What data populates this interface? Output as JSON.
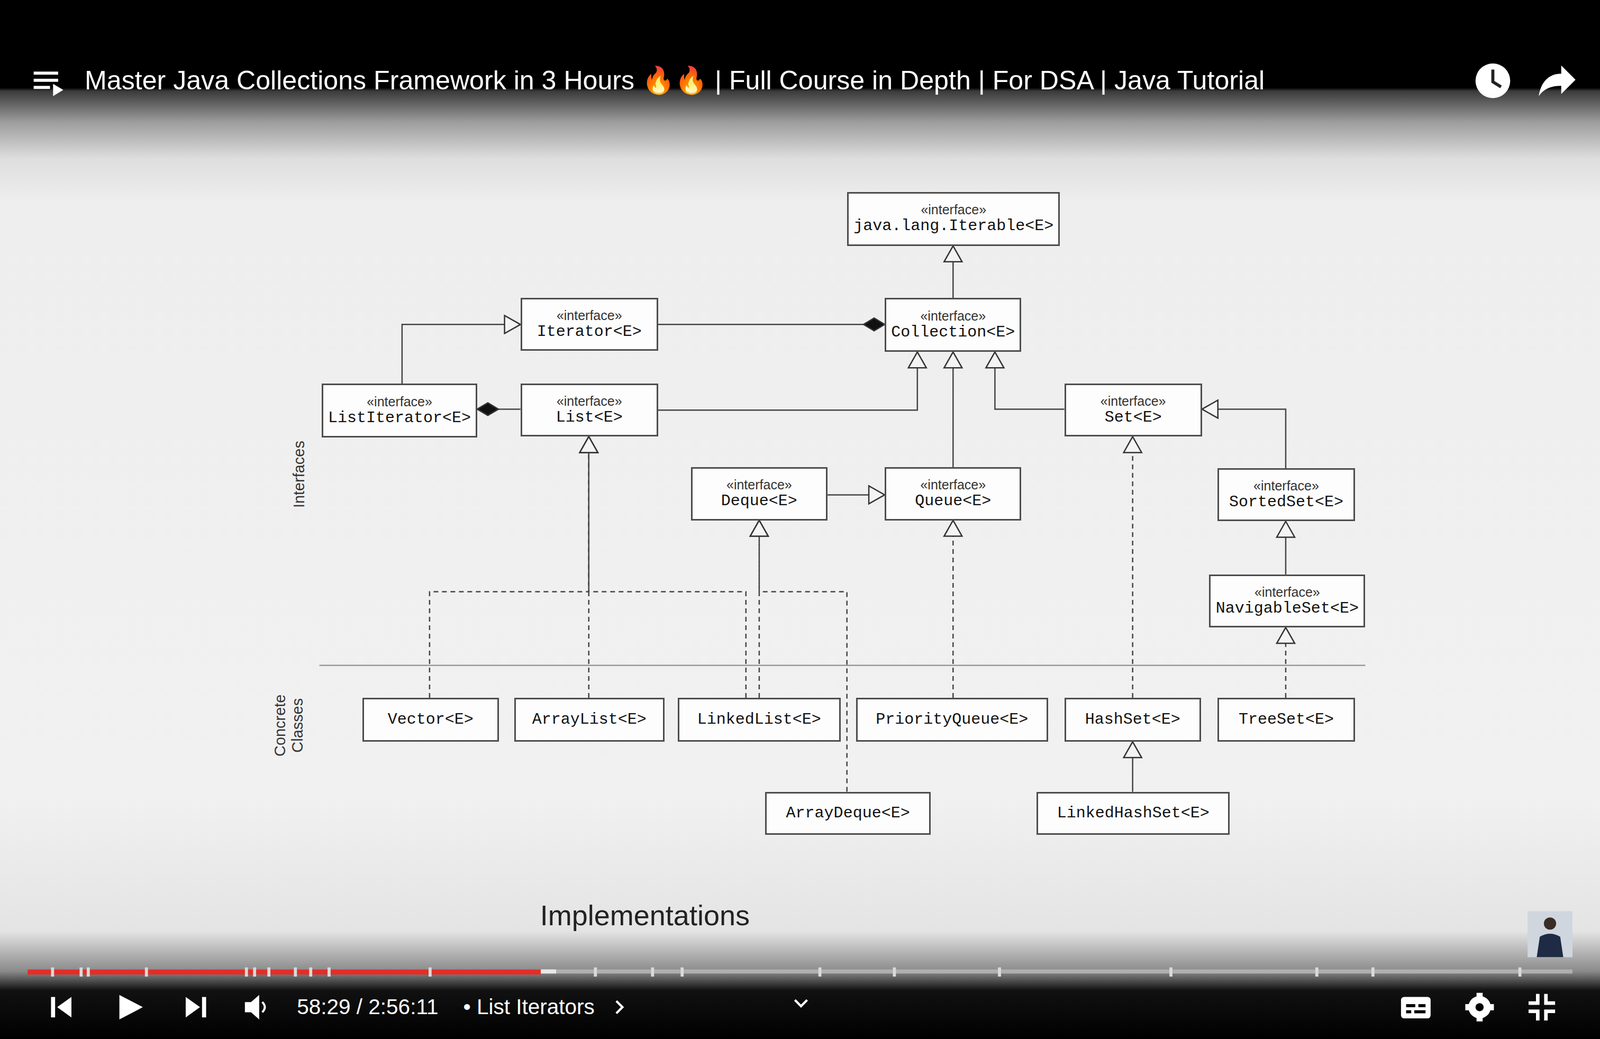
{
  "diagram": {
    "title": "Master Java Collections Framework in 3 Hours 🔥🔥 | Full Course in Depth | For DSA | Java Tutorial",
    "nodes": [
      {
        "text": [
          "«interface»",
          "java.lang.Iterable<E>"
        ]
      },
      {
        "text": [
          "«interface»",
          "Iterator<E>"
        ]
      },
      {
        "text": [
          "«interface»",
          "Collection<E>"
        ]
      },
      {
        "text": [
          "«interface»",
          "ListIterator<E>"
        ]
      },
      {
        "text": [
          "«interface»",
          "List<E>"
        ]
      },
      {
        "text": [
          "«interface»",
          "Set<E>"
        ]
      },
      {
        "text": [
          "«interface»",
          "Deque<E>"
        ]
      },
      {
        "text": [
          "«interface»",
          "Queue<E>"
        ]
      },
      {
        "text": [
          "«interface»",
          "SortedSet<E>"
        ]
      },
      {
        "text": [
          "«interface»",
          "NavigableSet<E>"
        ]
      },
      {
        "text": [
          "Vector<E>"
        ]
      },
      {
        "text": [
          "ArrayList<E>"
        ]
      },
      {
        "text": [
          "LinkedList<E>"
        ]
      },
      {
        "text": [
          "PriorityQueue<E>"
        ]
      },
      {
        "text": [
          "HashSet<E>"
        ]
      },
      {
        "text": [
          "TreeSet<E>"
        ]
      },
      {
        "text": [
          "ArrayDeque<E>"
        ]
      },
      {
        "text": [
          "LinkedHashSet<E>"
        ]
      }
    ],
    "edges": [
      {
        "from": 2,
        "to": 0,
        "arrow": "to"
      },
      {
        "from": 3,
        "to": 1,
        "arrow": "to"
      },
      {
        "from": 1,
        "to": 2,
        "arrow": "to"
      },
      {
        "from": 4,
        "to": 3,
        "arrow": "to"
      },
      {
        "from": 4,
        "to": 2,
        "arrow": "to"
      },
      {
        "from": 7,
        "to": 2,
        "arrow": "to"
      },
      {
        "from": 5,
        "to": 2,
        "arrow": "to"
      },
      {
        "from": 6,
        "to": 7,
        "arrow": "to"
      },
      {
        "from": 8,
        "to": 5,
        "arrow": "to"
      },
      {
        "from": 9,
        "to": 8,
        "arrow": "to"
      },
      {
        "from": 10,
        "to": 4,
        "arrow": "to"
      },
      {
        "from": 11,
        "to": 4,
        "arrow": "to"
      },
      {
        "from": 12,
        "to": 4,
        "arrow": "to"
      },
      {
        "from": 12,
        "to": 6,
        "arrow": "to"
      },
      {
        "from": 16,
        "to": 6,
        "arrow": "to"
      },
      {
        "from": 13,
        "to": 7,
        "arrow": "to"
      },
      {
        "from": 14,
        "to": 5,
        "arrow": "to"
      },
      {
        "from": 15,
        "to": 9,
        "arrow": "to"
      },
      {
        "from": 17,
        "to": 14,
        "arrow": "to"
      }
    ],
    "labels": [
      "Interfaces",
      "Concrete Classes",
      "Implementations",
      "58:29 / 2:56:11",
      "• List Iterators"
    ]
  }
}
